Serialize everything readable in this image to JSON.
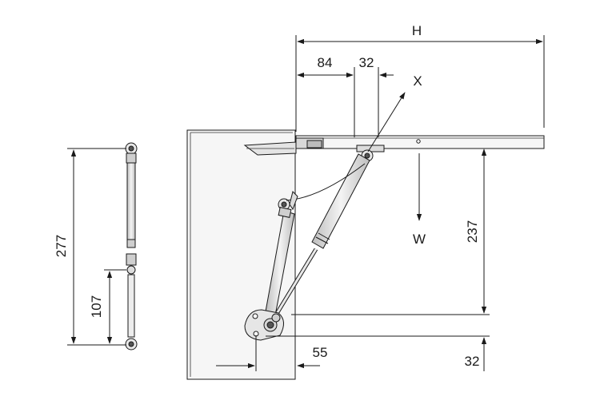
{
  "dimensions": {
    "h": "H",
    "d84": "84",
    "d32_top": "32",
    "x": "X",
    "w": "W",
    "d237": "237",
    "d32_bottom": "32",
    "d55": "55",
    "d277": "277",
    "d107": "107"
  },
  "colors": {
    "line": "#1a1a1a",
    "panel": "#f6f6f6",
    "metal": "#dcdcdc",
    "dark": "#555555"
  }
}
